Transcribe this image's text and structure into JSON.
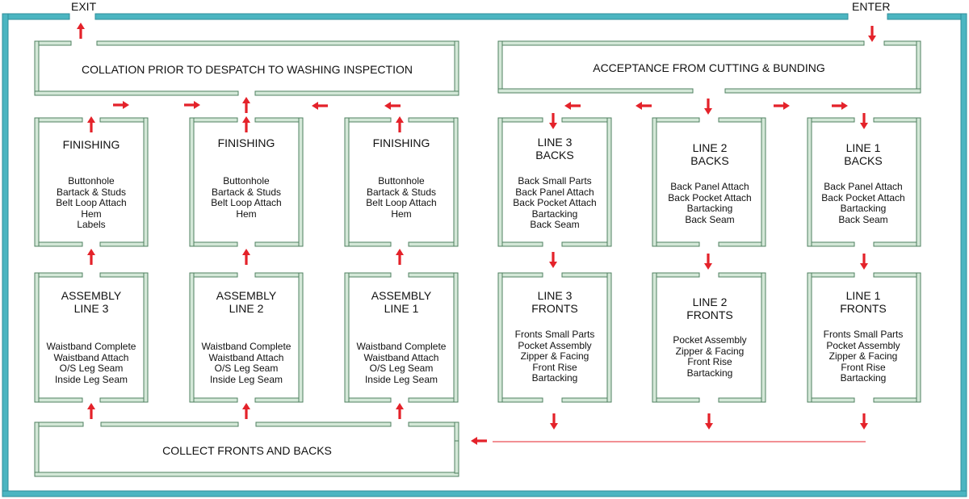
{
  "entry_label": "ENTER",
  "exit_label": "EXIT",
  "collation": "COLLATION PRIOR TO DESPATCH TO WASHING INSPECTION",
  "acceptance": "ACCEPTANCE FROM CUTTING & BUNDING",
  "collect": "COLLECT FRONTS AND BACKS",
  "finishing": [
    {
      "title": "FINISHING",
      "tasks": [
        "Buttonhole",
        "Bartack & Studs",
        "Belt Loop Attach",
        "Hem",
        "Labels"
      ]
    },
    {
      "title": "FINISHING",
      "tasks": [
        "Buttonhole",
        "Bartack & Studs",
        "Belt Loop Attach",
        "Hem"
      ]
    },
    {
      "title": "FINISHING",
      "tasks": [
        "Buttonhole",
        "Bartack & Studs",
        "Belt Loop Attach",
        "Hem"
      ]
    }
  ],
  "assembly": [
    {
      "title": [
        "ASSEMBLY",
        "LINE 3"
      ],
      "tasks": [
        "Waistband Complete",
        "Waistband Attach",
        "O/S Leg Seam",
        "Inside Leg Seam"
      ]
    },
    {
      "title": [
        "ASSEMBLY",
        "LINE 2"
      ],
      "tasks": [
        "Waistband Complete",
        "Waistband Attach",
        "O/S Leg Seam",
        "Inside Leg Seam"
      ]
    },
    {
      "title": [
        "ASSEMBLY",
        "LINE 1"
      ],
      "tasks": [
        "Waistband Complete",
        "Waistband Attach",
        "O/S Leg Seam",
        "Inside Leg Seam"
      ]
    }
  ],
  "backs": [
    {
      "title": [
        "LINE 3",
        "BACKS"
      ],
      "tasks": [
        "Back Small Parts",
        "Back Panel Attach",
        "Back Pocket Attach",
        "Bartacking",
        "Back Seam"
      ]
    },
    {
      "title": [
        "LINE 2",
        "BACKS"
      ],
      "tasks": [
        "Back Panel Attach",
        "Back Pocket Attach",
        "Bartacking",
        "Back Seam"
      ]
    },
    {
      "title": [
        "LINE 1",
        "BACKS"
      ],
      "tasks": [
        "Back Panel Attach",
        "Back Pocket Attach",
        "Bartacking",
        "Back Seam"
      ]
    }
  ],
  "fronts": [
    {
      "title": [
        "LINE 3",
        "FRONTS"
      ],
      "tasks": [
        "Fronts Small Parts",
        "Pocket Assembly",
        "Zipper & Facing",
        "Front Rise",
        "Bartacking"
      ]
    },
    {
      "title": [
        "LINE 2",
        "FRONTS"
      ],
      "tasks": [
        "Pocket Assembly",
        "Zipper & Facing",
        "Front Rise",
        "Bartacking"
      ]
    },
    {
      "title": [
        "LINE 1",
        "FRONTS"
      ],
      "tasks": [
        "Fronts Small Parts",
        "Pocket Assembly",
        "Zipper & Facing",
        "Front Rise",
        "Bartacking"
      ]
    }
  ],
  "colors": {
    "outer_wall": "#4bb5c1",
    "inner_wall_fill": "#d4e8d8",
    "inner_wall_stroke": "#4f8060",
    "arrow": "#e4222a"
  }
}
